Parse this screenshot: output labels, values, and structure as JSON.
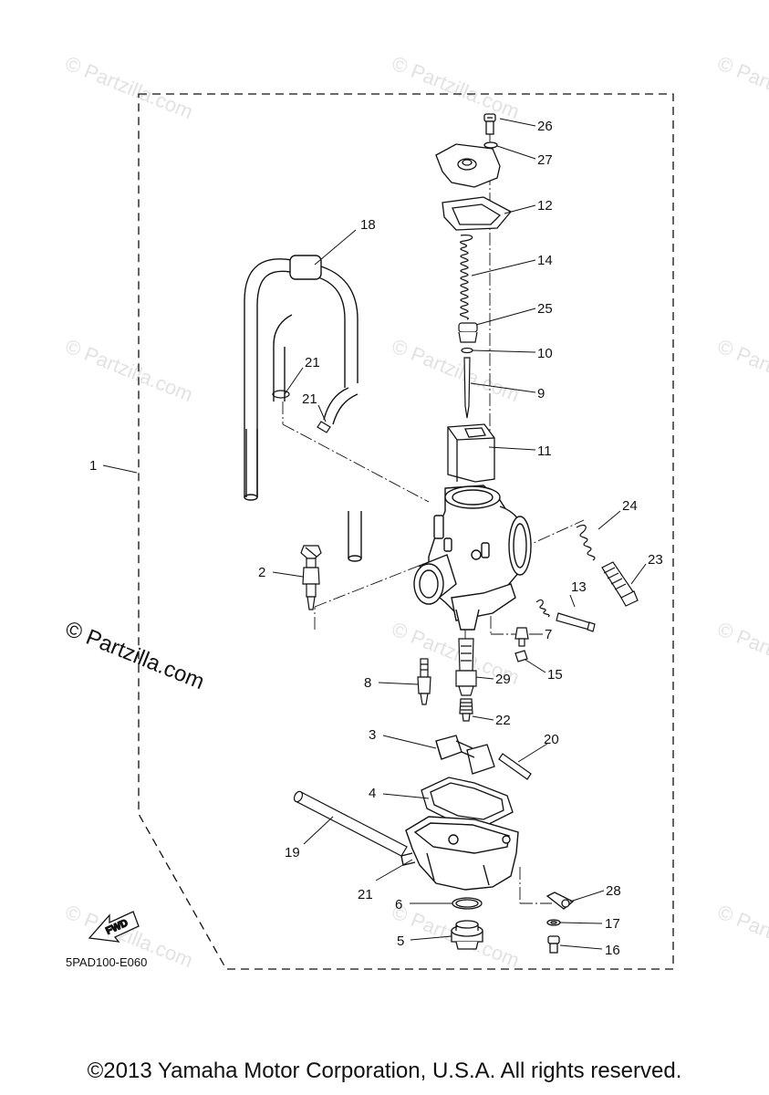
{
  "diagram": {
    "callouts": [
      "26",
      "27",
      "12",
      "18",
      "14",
      "25",
      "10",
      "21",
      "21",
      "9",
      "11",
      "1",
      "24",
      "23",
      "2",
      "13",
      "7",
      "15",
      "8",
      "29",
      "22",
      "3",
      "20",
      "4",
      "19",
      "28",
      "21",
      "6",
      "17",
      "5",
      "16"
    ],
    "drawing_code": "5PAD100-E060",
    "fwd_label": "FWD",
    "watermark": "© Partzilla.com",
    "copyright": "©2013 Yamaha Motor Corporation, U.S.A. All rights reserved."
  }
}
